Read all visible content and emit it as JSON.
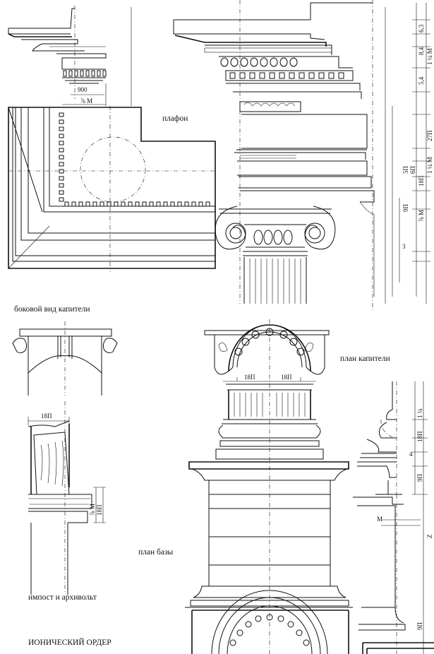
{
  "labels": {
    "plafon": "плафон",
    "capital_side": "боковой вид капители",
    "capital_plan": "план капители",
    "base_plan": "план базы",
    "impost": "импост и архивольт",
    "title": "ИОНИЧЕСКИЙ ОРДЕР"
  },
  "dimensions": {
    "corona_width": "⅞ М",
    "dentil_row": "900",
    "right_stack": [
      "6,3",
      "8,4",
      "1 ¼ М",
      "5,4",
      "27П",
      "1 ¼ М",
      "18П",
      "6П",
      "5П",
      "9П",
      "⅞ М",
      "3"
    ],
    "capital_plan_halves": [
      "18П",
      "18П"
    ],
    "impost_width": "18П",
    "impost_height": "18П",
    "impost_module": "⅞ М",
    "base_profile": [
      "1 ¼",
      "18П",
      "4",
      "9П",
      "М",
      "9П"
    ],
    "pedestal_module": "М",
    "pedestal_z": "Z"
  },
  "colors": {
    "ink": "#111111",
    "paper": "#ffffff"
  }
}
